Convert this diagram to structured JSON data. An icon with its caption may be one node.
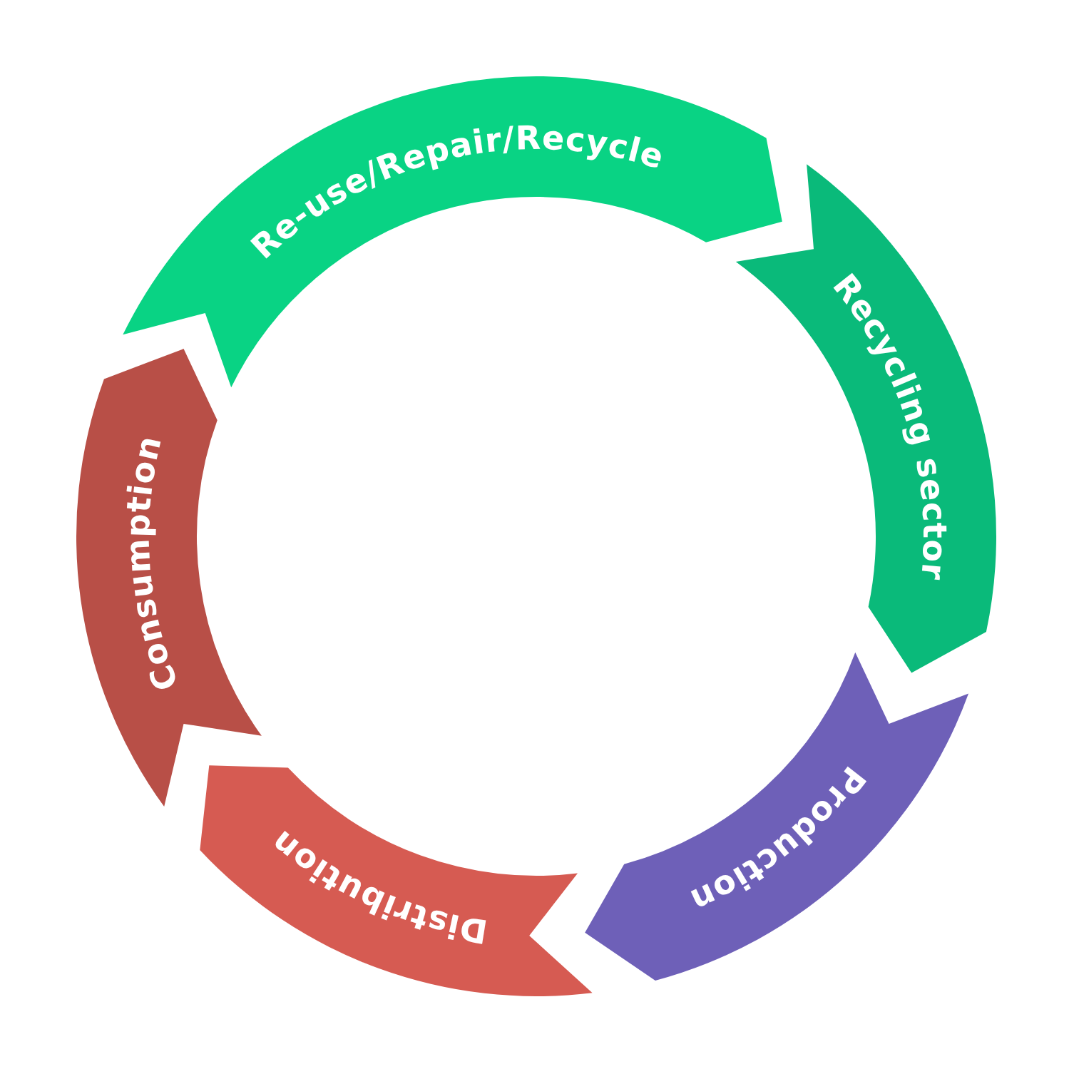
{
  "diagram": {
    "nodes": [
      {
        "text": [
          "Re-use/Repair/Recycle"
        ]
      },
      {
        "text": [
          "Recycling sector"
        ]
      },
      {
        "text": [
          "Production"
        ]
      },
      {
        "text": [
          "Distribution"
        ]
      },
      {
        "text": [
          "Consumption"
        ]
      }
    ]
  }
}
